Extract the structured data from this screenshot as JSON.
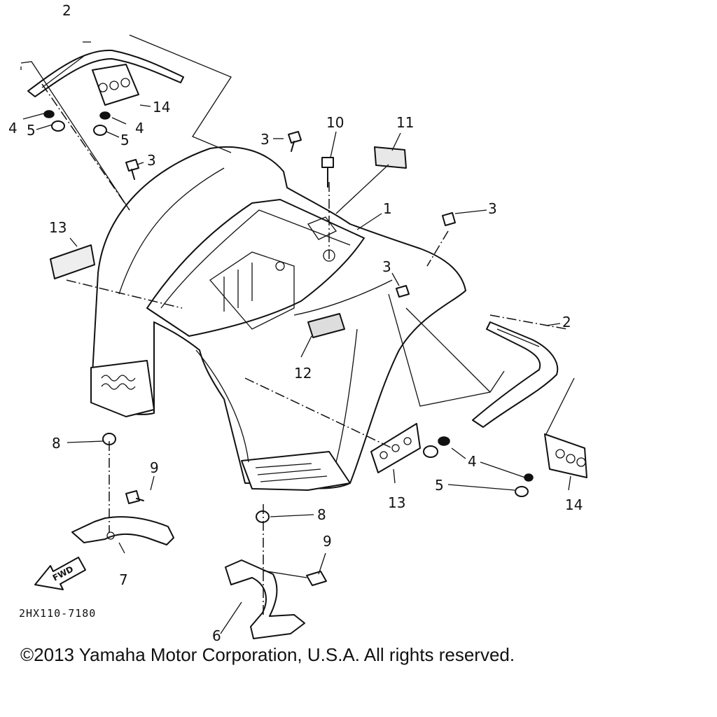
{
  "diagram": {
    "reference_code": "2HX110-7180",
    "fwd_label": "FWD",
    "callouts": [
      "1",
      "2",
      "2",
      "3",
      "3",
      "3",
      "3",
      "4",
      "4",
      "4",
      "5",
      "5",
      "5",
      "6",
      "7",
      "8",
      "8",
      "9",
      "9",
      "10",
      "11",
      "12",
      "13",
      "13",
      "14",
      "14"
    ]
  },
  "footer": {
    "copyright": "©2013 Yamaha Motor Corporation, U.S.A. All rights reserved."
  }
}
